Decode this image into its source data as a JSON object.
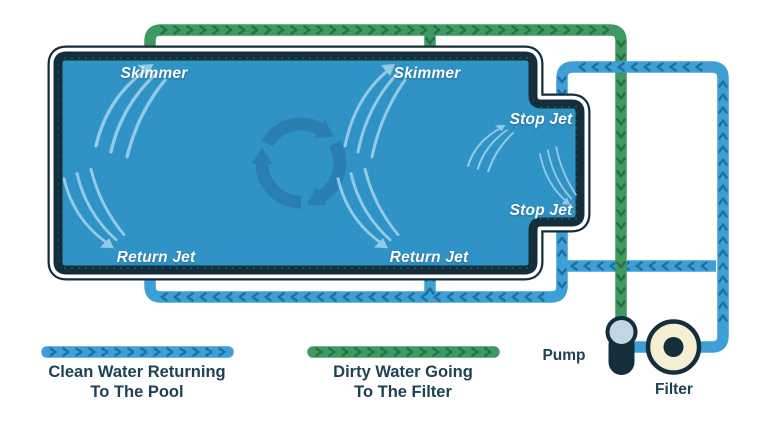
{
  "pool": {
    "labels": [
      {
        "text": "Skimmer"
      },
      {
        "text": "Skimmer"
      },
      {
        "text": "Stop Jet"
      },
      {
        "text": "Stop Jet"
      },
      {
        "text": "Return Jet"
      },
      {
        "text": "Return Jet"
      }
    ]
  },
  "equipment": {
    "pump": {
      "label": "Pump"
    },
    "filter": {
      "label": "Filter"
    }
  },
  "legend": {
    "items": [
      {
        "line1": "Clean Water Returning",
        "line2": "To The Pool"
      },
      {
        "line1": "Dirty Water Going",
        "line2": "To The Filter"
      }
    ]
  },
  "icons": {
    "circulation": "circular-arrows-icon",
    "flow": "water-swoosh-icon"
  },
  "colors": {
    "pool_blue": "#3093C6",
    "pool_dot": "#2B86B8",
    "pipe_blue": "#3D9FD5",
    "pipe_green": "#3E9A61",
    "chevron_blue": "#1F6E9E",
    "chevron_green": "#286E46",
    "dark_navy": "#152E3B",
    "text_navy": "#1C4254",
    "filter_cream": "#F7EFD4",
    "pump_knob": "#C2D5E2",
    "swoosh": "#A6D4EB",
    "recirc": "#2A7CAE"
  }
}
